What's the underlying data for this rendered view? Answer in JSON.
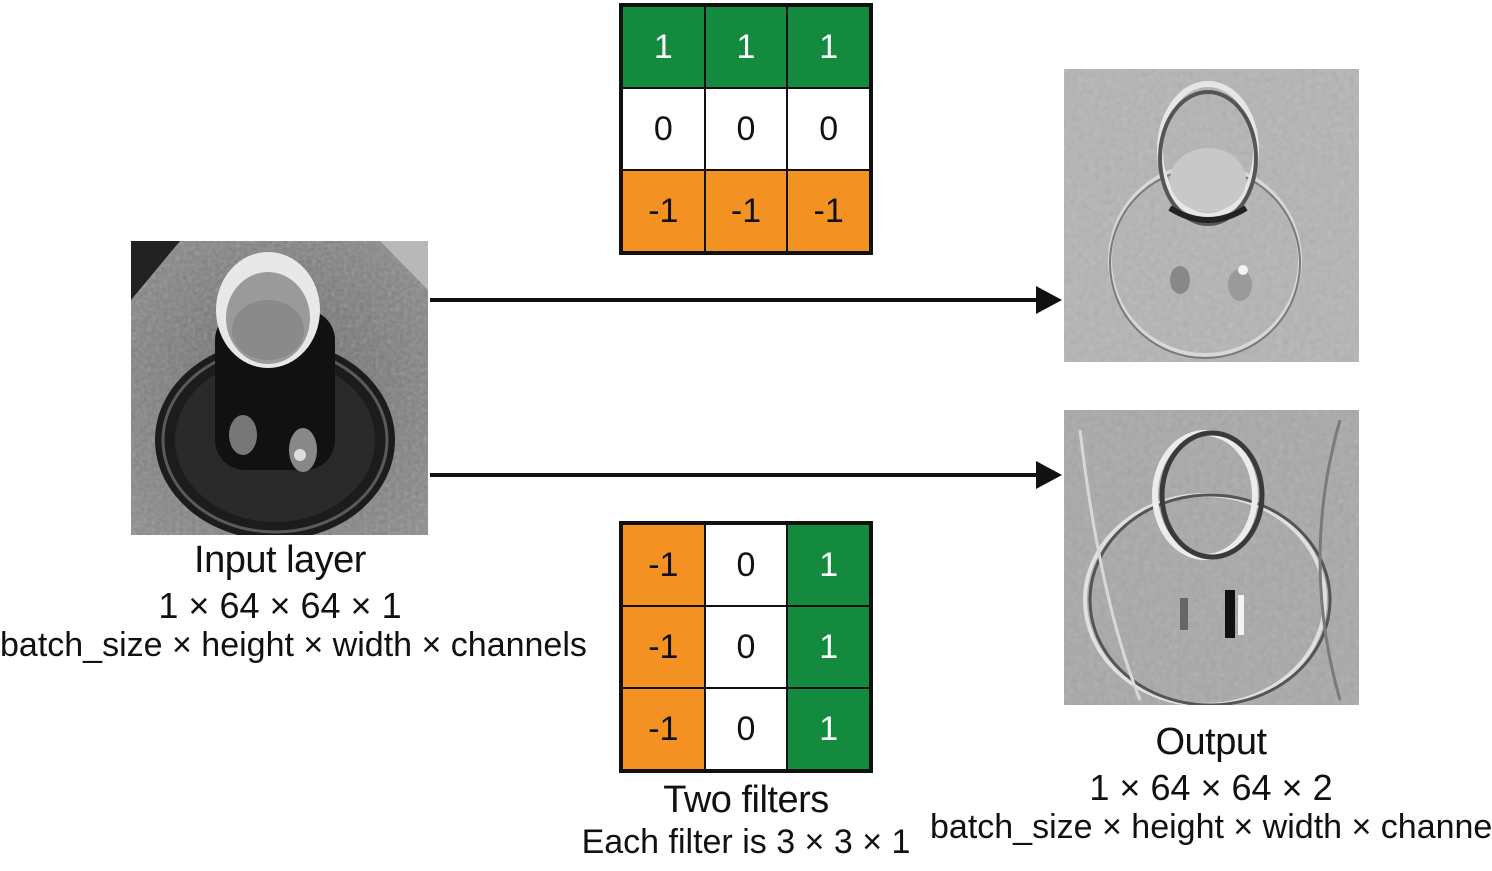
{
  "filters": [
    {
      "cells": [
        [
          "1",
          "1",
          "1"
        ],
        [
          "0",
          "0",
          "0"
        ],
        [
          "-1",
          "-1",
          "-1"
        ]
      ],
      "kinds": [
        [
          "pos",
          "pos",
          "pos"
        ],
        [
          "zero",
          "zero",
          "zero"
        ],
        [
          "neg",
          "neg",
          "neg"
        ]
      ]
    },
    {
      "cells": [
        [
          "-1",
          "0",
          "1"
        ],
        [
          "-1",
          "0",
          "1"
        ],
        [
          "-1",
          "0",
          "1"
        ]
      ],
      "kinds": [
        [
          "neg",
          "zero",
          "pos"
        ],
        [
          "neg",
          "zero",
          "pos"
        ],
        [
          "neg",
          "zero",
          "pos"
        ]
      ]
    }
  ],
  "colors": {
    "pos": "#138a3e",
    "neg": "#f39222",
    "zero": "#ffffff"
  },
  "input": {
    "title": "Input layer",
    "shape": "1 × 64 × 64 × 1",
    "dims": "batch_size × height × width × channels"
  },
  "filters_label": {
    "title": "Two filters",
    "subtitle": "Each filter is 3 × 3 × 1"
  },
  "output": {
    "title": "Output",
    "shape": "1 × 64 × 64 × 2",
    "dims": "batch_size × height × width × channels"
  }
}
